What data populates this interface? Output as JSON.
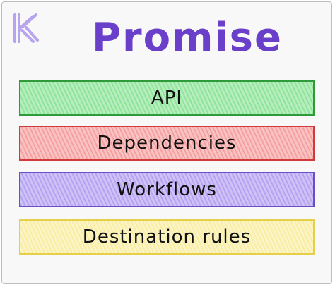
{
  "title": "Promise",
  "colors": {
    "title": "#6a3fc9",
    "logo": "#b8a3ee",
    "green": "#2e9a3a",
    "red": "#d13a3a",
    "purple": "#6a4fc9",
    "yellow": "#e6cf49"
  },
  "logo": {
    "icon": "k-letter-logo-icon"
  },
  "boxes": [
    {
      "label": "API",
      "color": "green"
    },
    {
      "label": "Dependencies",
      "color": "red"
    },
    {
      "label": "Workflows",
      "color": "purple"
    },
    {
      "label": "Destination rules",
      "color": "yellow"
    }
  ]
}
